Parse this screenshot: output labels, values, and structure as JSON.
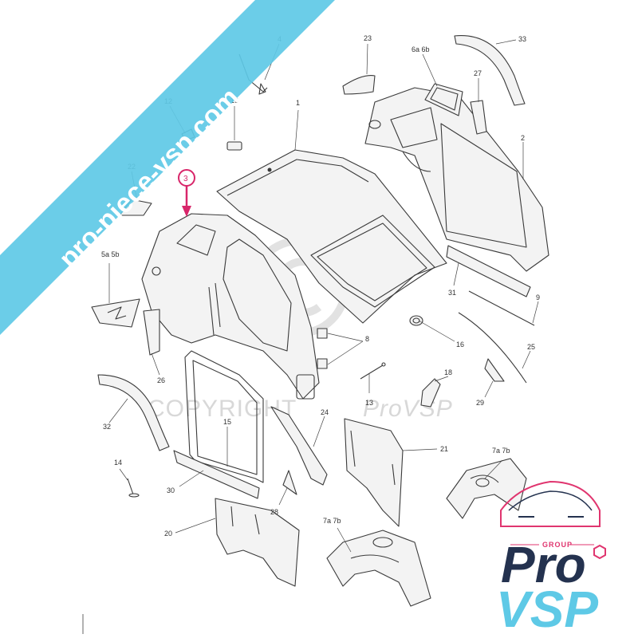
{
  "watermark": {
    "ribbon_text": "pro-piece-vsp.com",
    "copyright_text": "COPYRIGHT",
    "copyright_brand": "ProVSP"
  },
  "logo": {
    "group_label": "GROUP",
    "pro": "Pro",
    "vsp": "VSP",
    "accent_color": "#e0356f",
    "dark_color": "#24324f",
    "light_color": "#5ec9e6"
  },
  "highlight": {
    "label": "3",
    "color": "#d8266a"
  },
  "ribbon_color": "#5ec9e6",
  "labels": {
    "l1": "1",
    "l2": "2",
    "l4": "4",
    "l5": "5a 5b",
    "l6": "6a 6b",
    "l7a": "7a 7b",
    "l7b": "7a 7b",
    "l8": "8",
    "l9": "9",
    "l12": "12",
    "l13": "13",
    "l14": "14",
    "l15": "15",
    "l16": "16",
    "l18": "18",
    "l19": "19",
    "l20": "20",
    "l21": "21",
    "l22": "22",
    "l23": "23",
    "l24": "24",
    "l25": "25",
    "l26": "26",
    "l27": "27",
    "l28": "28",
    "l29": "29",
    "l30": "30",
    "l31": "31",
    "l32": "32",
    "l33": "33"
  }
}
